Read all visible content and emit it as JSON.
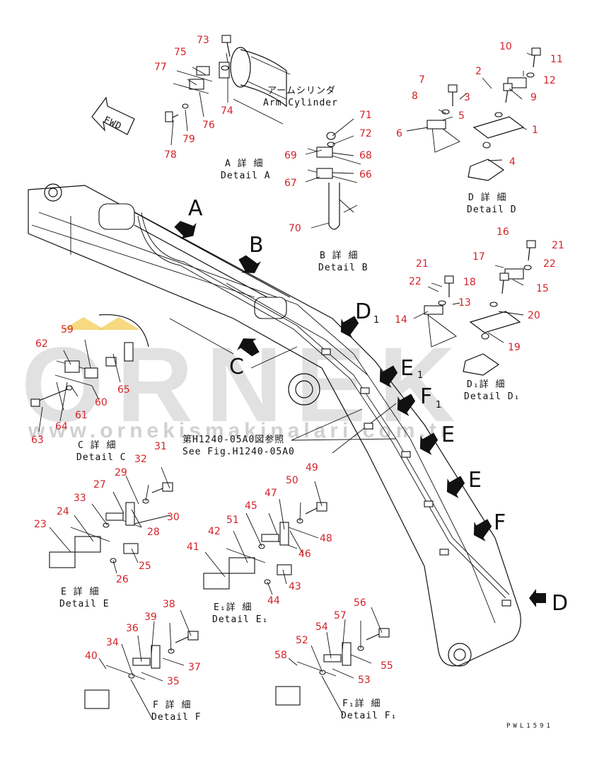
{
  "watermark": {
    "logo": "ORNEK",
    "url": "www.ornekismakinalari.com.tr",
    "logo_color": "#c9c9c9",
    "accent_color": "#f2c94c"
  },
  "colors": {
    "callout": "#d4232a",
    "line": "#111111"
  },
  "drawing_code": "PWL1591",
  "labels": {
    "arm_cylinder_jp": "アームシリンダ",
    "arm_cylinder_en": "Arm Cylinder",
    "fwd": "FWD",
    "see_fig_jp": "第H1240-05A0図参照",
    "see_fig_en": "See Fig.H1240-05A0"
  },
  "details": [
    {
      "id": "A",
      "jp": "A 詳 細",
      "en": "Detail A"
    },
    {
      "id": "B",
      "jp": "B 詳 細",
      "en": "Detail B"
    },
    {
      "id": "C",
      "jp": "C 詳 細",
      "en": "Detail C"
    },
    {
      "id": "D",
      "jp": "D 詳 細",
      "en": "Detail D"
    },
    {
      "id": "D1",
      "jp": "D₁詳 細",
      "en": "Detail D₁"
    },
    {
      "id": "E",
      "jp": "E 詳 細",
      "en": "Detail E"
    },
    {
      "id": "E1",
      "jp": "E₁詳 細",
      "en": "Detail E₁"
    },
    {
      "id": "F",
      "jp": "F 詳 細",
      "en": "Detail F"
    },
    {
      "id": "F1",
      "jp": "F₁詳 細",
      "en": "Detail F₁"
    }
  ],
  "view_letters": [
    "A",
    "B",
    "C",
    "D",
    "1",
    "E",
    "1",
    "F",
    "1",
    "E",
    "E",
    "F",
    "D"
  ],
  "callouts": [
    "1",
    "2",
    "3",
    "4",
    "5",
    "6",
    "7",
    "8",
    "9",
    "10",
    "11",
    "12",
    "13",
    "14",
    "15",
    "16",
    "17",
    "18",
    "19",
    "20",
    "21",
    "21",
    "22",
    "22",
    "23",
    "24",
    "25",
    "26",
    "27",
    "28",
    "29",
    "30",
    "31",
    "32",
    "33",
    "34",
    "35",
    "36",
    "37",
    "38",
    "39",
    "40",
    "41",
    "42",
    "43",
    "44",
    "45",
    "46",
    "47",
    "48",
    "49",
    "50",
    "51",
    "52",
    "53",
    "54",
    "55",
    "56",
    "57",
    "58",
    "59",
    "60",
    "61",
    "62",
    "63",
    "64",
    "65",
    "66",
    "67",
    "68",
    "69",
    "70",
    "71",
    "72",
    "73",
    "74",
    "75",
    "76",
    "77",
    "78",
    "79"
  ]
}
